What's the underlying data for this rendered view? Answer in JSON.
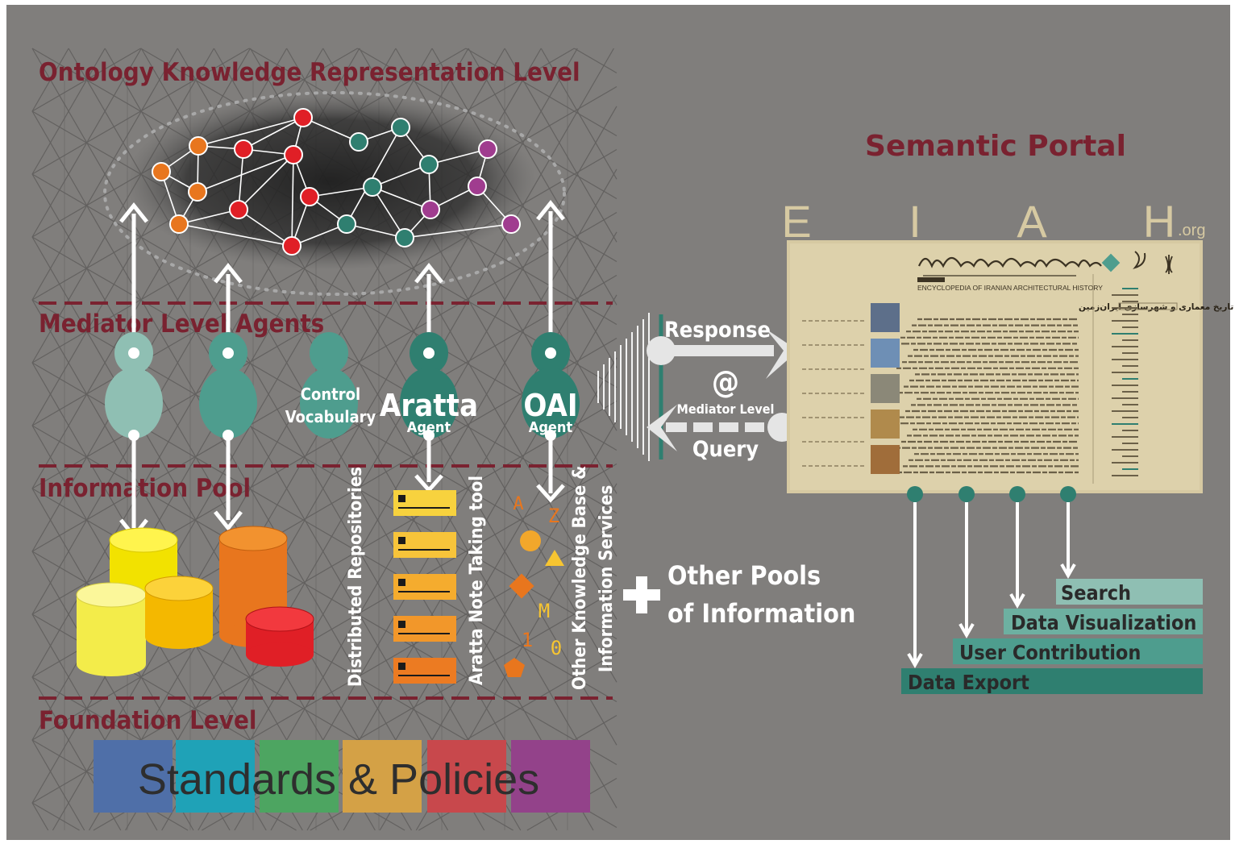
{
  "levels": {
    "ontology": "Ontology Knowledge Representation Level",
    "mediator": "Mediator Level Agents",
    "pool": "Information Pool",
    "foundation": "Foundation Level"
  },
  "agents": {
    "control_line1": "Control",
    "control_line2": "Vocabulary",
    "aratta": "Aratta",
    "oai": "OAI",
    "agent_word": "Agent"
  },
  "pool": {
    "distributed": "Distributed Repositories",
    "aratta_note": "Aratta Note Taking tool",
    "other_kb_line1": "Other Knowledge Base &",
    "other_kb_line2": "Information Services",
    "letters": [
      "A",
      "Z",
      "M",
      "1",
      "0"
    ]
  },
  "foundation": {
    "standards": "Standards & Policies"
  },
  "other_pools": {
    "line1": "Other Pools",
    "line2": "of Information"
  },
  "exchange": {
    "response": "Response",
    "at": "@",
    "mediator_level": "Mediator Level",
    "query": "Query"
  },
  "portal": {
    "title": "Semantic Portal",
    "logo_letters": [
      "E",
      "I",
      "A",
      "H"
    ],
    "logo_suffix": ".org",
    "site_title_en": "ENCYCLOPEDIA OF IRANIAN ARCHITECTURAL HISTORY",
    "site_heading": "طرح دانشنامه تاریخ معماری و شهرسازی ایران‌زمین"
  },
  "services": {
    "search": "Search",
    "data_visualization": "Data Visualization",
    "user_contribution": "User Contribution",
    "data_export": "Data Export"
  },
  "colors": {
    "background": "#807e7c",
    "level_title": "#7a2230",
    "teal_dark": "#2f7f70",
    "teal_mid": "#4e9d8e",
    "teal_light": "#8fbfb3",
    "orange": "#e8761e",
    "red": "#e01f26",
    "purple": "#a03c8f",
    "parchment": "#d6c9a2"
  },
  "foundation_colors": [
    "#4f6fa8",
    "#1fa2b7",
    "#4da561",
    "#d4a146",
    "#c8484c",
    "#93428a"
  ]
}
